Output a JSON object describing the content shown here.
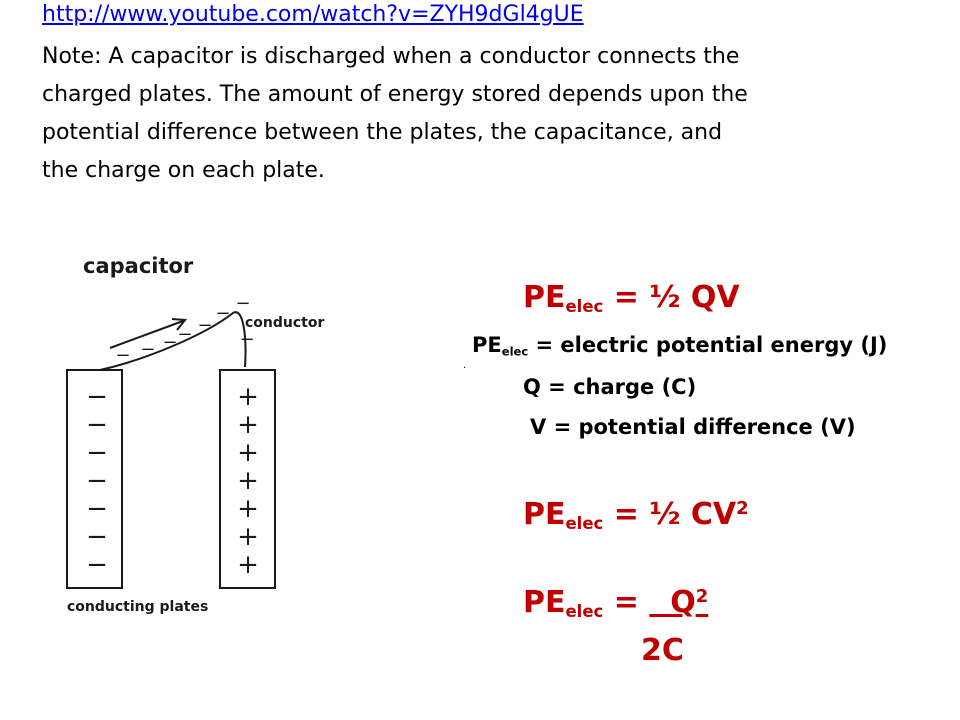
{
  "link": {
    "text": "http://www.youtube.com/watch?v=ZYH9dGl4gUE"
  },
  "note": {
    "lines": [
      "Note: A capacitor is discharged when a conductor connects the",
      "charged plates.  The amount of energy stored depends upon the",
      "potential difference between the plates, the capacitance, and",
      "the charge on each plate."
    ]
  },
  "diagram": {
    "title": "capacitor",
    "conductor_label": "conductor",
    "plates_label": "conducting plates",
    "minus": "−",
    "plus": "+",
    "colors": {
      "ink": "#1a1a1a"
    }
  },
  "formulas": {
    "pe": "PE",
    "sub": "elec",
    "f1_rhs": " = ½ QV",
    "def_pe_rhs": " = electric potential energy (J)",
    "def_q": "Q = charge (C)",
    "def_v": "V = potential difference (V)",
    "f2_rhs": " = ½ CV",
    "f2_exp": "2",
    "f3_eq": " = ",
    "f3_num": "Q",
    "f3_exp": "2",
    "f3_den": "2C",
    "dot": ".",
    "colors": {
      "formula": "#c00000",
      "text": "#000000"
    }
  }
}
